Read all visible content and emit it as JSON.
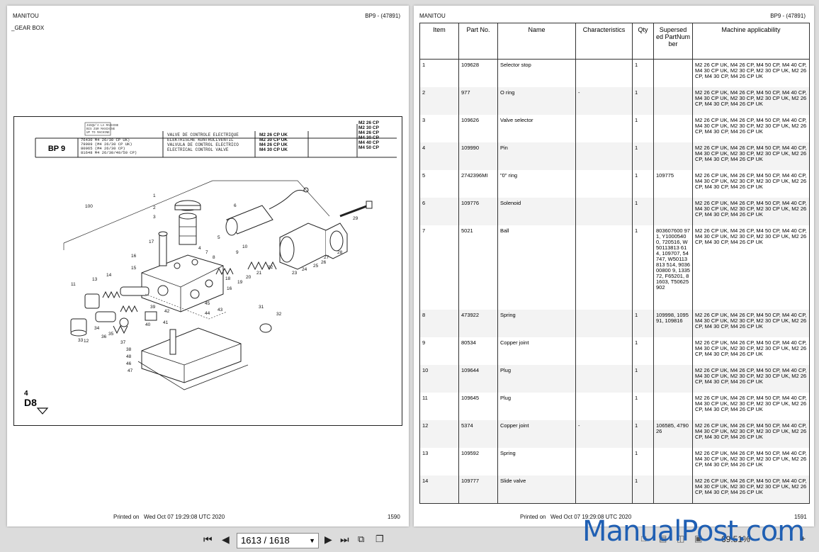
{
  "left_page": {
    "brand": "MANITOU",
    "ref": "BP9 - (47891)",
    "section": "_GEAR BOX",
    "diagram": {
      "code": "BP 9",
      "applicability_note": [
        "76430 M4 26/30 CP UK)",
        "79909 (M4 26/30 CP UK)",
        "80965 (M4 26/30 CP)",
        "81648 M4 26/30/40/50 CP)"
      ],
      "stamp": [
        "JUSQU'A LA MACHINE",
        "BIS ZUR MASCHINE",
        "UP TO MACHINE"
      ],
      "titles": [
        "VALVE DE CONTROLE ELECTRIQUE",
        "ELEKTRISCHE KONTROLLVENTIL",
        "VALVULA DE CONTROL ELECTRICO",
        "ELECTRICAL CONTROL VALVE"
      ],
      "models_uk": [
        "M2 26 CP UK",
        "M2 30 CP UK",
        "M4 26 CP UK",
        "M4 30 CP UK"
      ],
      "models": [
        "M2 26 CP",
        "M2 30 CP",
        "M4 26 CP",
        "M4 30 CP",
        "M4 40 CP",
        "M4 50 CP"
      ],
      "page_mark_top": "4",
      "page_mark_bottom": "D8",
      "callouts": [
        "100",
        "1",
        "2",
        "3",
        "4",
        "5",
        "6",
        "7",
        "8",
        "9",
        "10",
        "11",
        "12",
        "13",
        "14",
        "15",
        "16",
        "16",
        "17",
        "18",
        "19",
        "20",
        "21",
        "22",
        "23",
        "24",
        "25",
        "26",
        "27",
        "28",
        "29",
        "31",
        "32",
        "33",
        "34",
        "35",
        "36",
        "37",
        "38",
        "39",
        "40",
        "41",
        "42",
        "43",
        "44",
        "45",
        "46",
        "47",
        "48"
      ]
    },
    "printed_label": "Printed on",
    "printed_date": "Wed Oct 07 19:29:08 UTC 2020",
    "page_number": "1590"
  },
  "right_page": {
    "brand": "MANITOU",
    "ref": "BP9 - (47891)",
    "columns": [
      "Item",
      "Part No.",
      "Name",
      "Characteristics",
      "Qty",
      "Supersed ed PartNum ber",
      "Machine applicability"
    ],
    "rows": [
      {
        "item": "1",
        "part": "109628",
        "name": "Selector stop",
        "char": "",
        "qty": "1",
        "sup": "",
        "app": "M2 26 CP UK, M4 26 CP, M4 50 CP, M4 40 CP, M4 30 CP UK, M2 30 CP, M2 30 CP UK, M2 26 CP, M4 30 CP, M4 26 CP UK"
      },
      {
        "item": "2",
        "part": "977",
        "name": "O ring",
        "char": "-",
        "qty": "1",
        "sup": "",
        "app": "M2 26 CP UK, M4 26 CP, M4 50 CP, M4 40 CP, M4 30 CP UK, M2 30 CP, M2 30 CP UK, M2 26 CP, M4 30 CP, M4 26 CP UK"
      },
      {
        "item": "3",
        "part": "109626",
        "name": "Valve selector",
        "char": "",
        "qty": "1",
        "sup": "",
        "app": "M2 26 CP UK, M4 26 CP, M4 50 CP, M4 40 CP, M4 30 CP UK, M2 30 CP, M2 30 CP UK, M2 26 CP, M4 30 CP, M4 26 CP UK"
      },
      {
        "item": "4",
        "part": "109990",
        "name": "Pin",
        "char": "",
        "qty": "1",
        "sup": "",
        "app": "M2 26 CP UK, M4 26 CP, M4 50 CP, M4 40 CP, M4 30 CP UK, M2 30 CP, M2 30 CP UK, M2 26 CP, M4 30 CP, M4 26 CP UK"
      },
      {
        "item": "5",
        "part": "2742396MI",
        "name": "\"0\" ring",
        "char": "",
        "qty": "1",
        "sup": "109775",
        "app": "M2 26 CP UK, M4 26 CP, M4 50 CP, M4 40 CP, M4 30 CP UK, M2 30 CP, M2 30 CP UK, M2 26 CP, M4 30 CP, M4 26 CP UK"
      },
      {
        "item": "6",
        "part": "109776",
        "name": "Solenoid",
        "char": "",
        "qty": "1",
        "sup": "",
        "app": "M2 26 CP UK, M4 26 CP, M4 50 CP, M4 40 CP, M4 30 CP UK, M2 30 CP, M2 30 CP UK, M2 26 CP, M4 30 CP, M4 26 CP UK"
      },
      {
        "item": "7",
        "part": "5021",
        "name": "Ball",
        "char": "",
        "qty": "1",
        "sup": "803607600 971, Y10005400, 720516, W50113813 614, 109707, 54747, W50113813 514, 903600800 9, 133572, F65201, 81603, T50625902",
        "app": "M2 26 CP UK, M4 26 CP, M4 50 CP, M4 40 CP, M4 30 CP UK, M2 30 CP, M2 30 CP UK, M2 26 CP, M4 30 CP, M4 26 CP UK"
      },
      {
        "item": "8",
        "part": "473922",
        "name": "Spring",
        "char": "",
        "qty": "1",
        "sup": "109998, 109591, 109816",
        "app": "M2 26 CP UK, M4 26 CP, M4 50 CP, M4 40 CP, M4 30 CP UK, M2 30 CP, M2 30 CP UK, M2 26 CP, M4 30 CP, M4 26 CP UK"
      },
      {
        "item": "9",
        "part": "80534",
        "name": "Copper joint",
        "char": "",
        "qty": "1",
        "sup": "",
        "app": "M2 26 CP UK, M4 26 CP, M4 50 CP, M4 40 CP, M4 30 CP UK, M2 30 CP, M2 30 CP UK, M2 26 CP, M4 30 CP, M4 26 CP UK"
      },
      {
        "item": "10",
        "part": "109644",
        "name": "Plug",
        "char": "",
        "qty": "1",
        "sup": "",
        "app": "M2 26 CP UK, M4 26 CP, M4 50 CP, M4 40 CP, M4 30 CP UK, M2 30 CP, M2 30 CP UK, M2 26 CP, M4 30 CP, M4 26 CP UK"
      },
      {
        "item": "11",
        "part": "109645",
        "name": "Plug",
        "char": "",
        "qty": "1",
        "sup": "",
        "app": "M2 26 CP UK, M4 26 CP, M4 50 CP, M4 40 CP, M4 30 CP UK, M2 30 CP, M2 30 CP UK, M2 26 CP, M4 30 CP, M4 26 CP UK"
      },
      {
        "item": "12",
        "part": "5374",
        "name": "Copper joint",
        "char": "-",
        "qty": "1",
        "sup": "106585, 479026",
        "app": "M2 26 CP UK, M4 26 CP, M4 50 CP, M4 40 CP, M4 30 CP UK, M2 30 CP, M2 30 CP UK, M2 26 CP, M4 30 CP, M4 26 CP UK"
      },
      {
        "item": "13",
        "part": "109592",
        "name": "Spring",
        "char": "",
        "qty": "1",
        "sup": "",
        "app": "M2 26 CP UK, M4 26 CP, M4 50 CP, M4 40 CP, M4 30 CP UK, M2 30 CP, M2 30 CP UK, M2 26 CP, M4 30 CP, M4 26 CP UK"
      },
      {
        "item": "14",
        "part": "109777",
        "name": "Slide valve",
        "char": "",
        "qty": "1",
        "sup": "",
        "app": "M2 26 CP UK, M4 26 CP, M4 50 CP, M4 40 CP, M4 30 CP UK, M2 30 CP, M2 30 CP UK, M2 26 CP, M4 30 CP, M4 26 CP UK"
      }
    ],
    "printed_label": "Printed on",
    "printed_date": "Wed Oct 07 19:29:08 UTC 2020",
    "page_number": "1591"
  },
  "toolbar": {
    "first_icon": "first-page-icon",
    "prev_icon": "prev-page-icon",
    "page_indicator": "1613 / 1618",
    "next_icon": "next-page-icon",
    "last_icon": "last-page-icon",
    "zoom": "69.51%"
  },
  "watermark": "ManualPost.com"
}
